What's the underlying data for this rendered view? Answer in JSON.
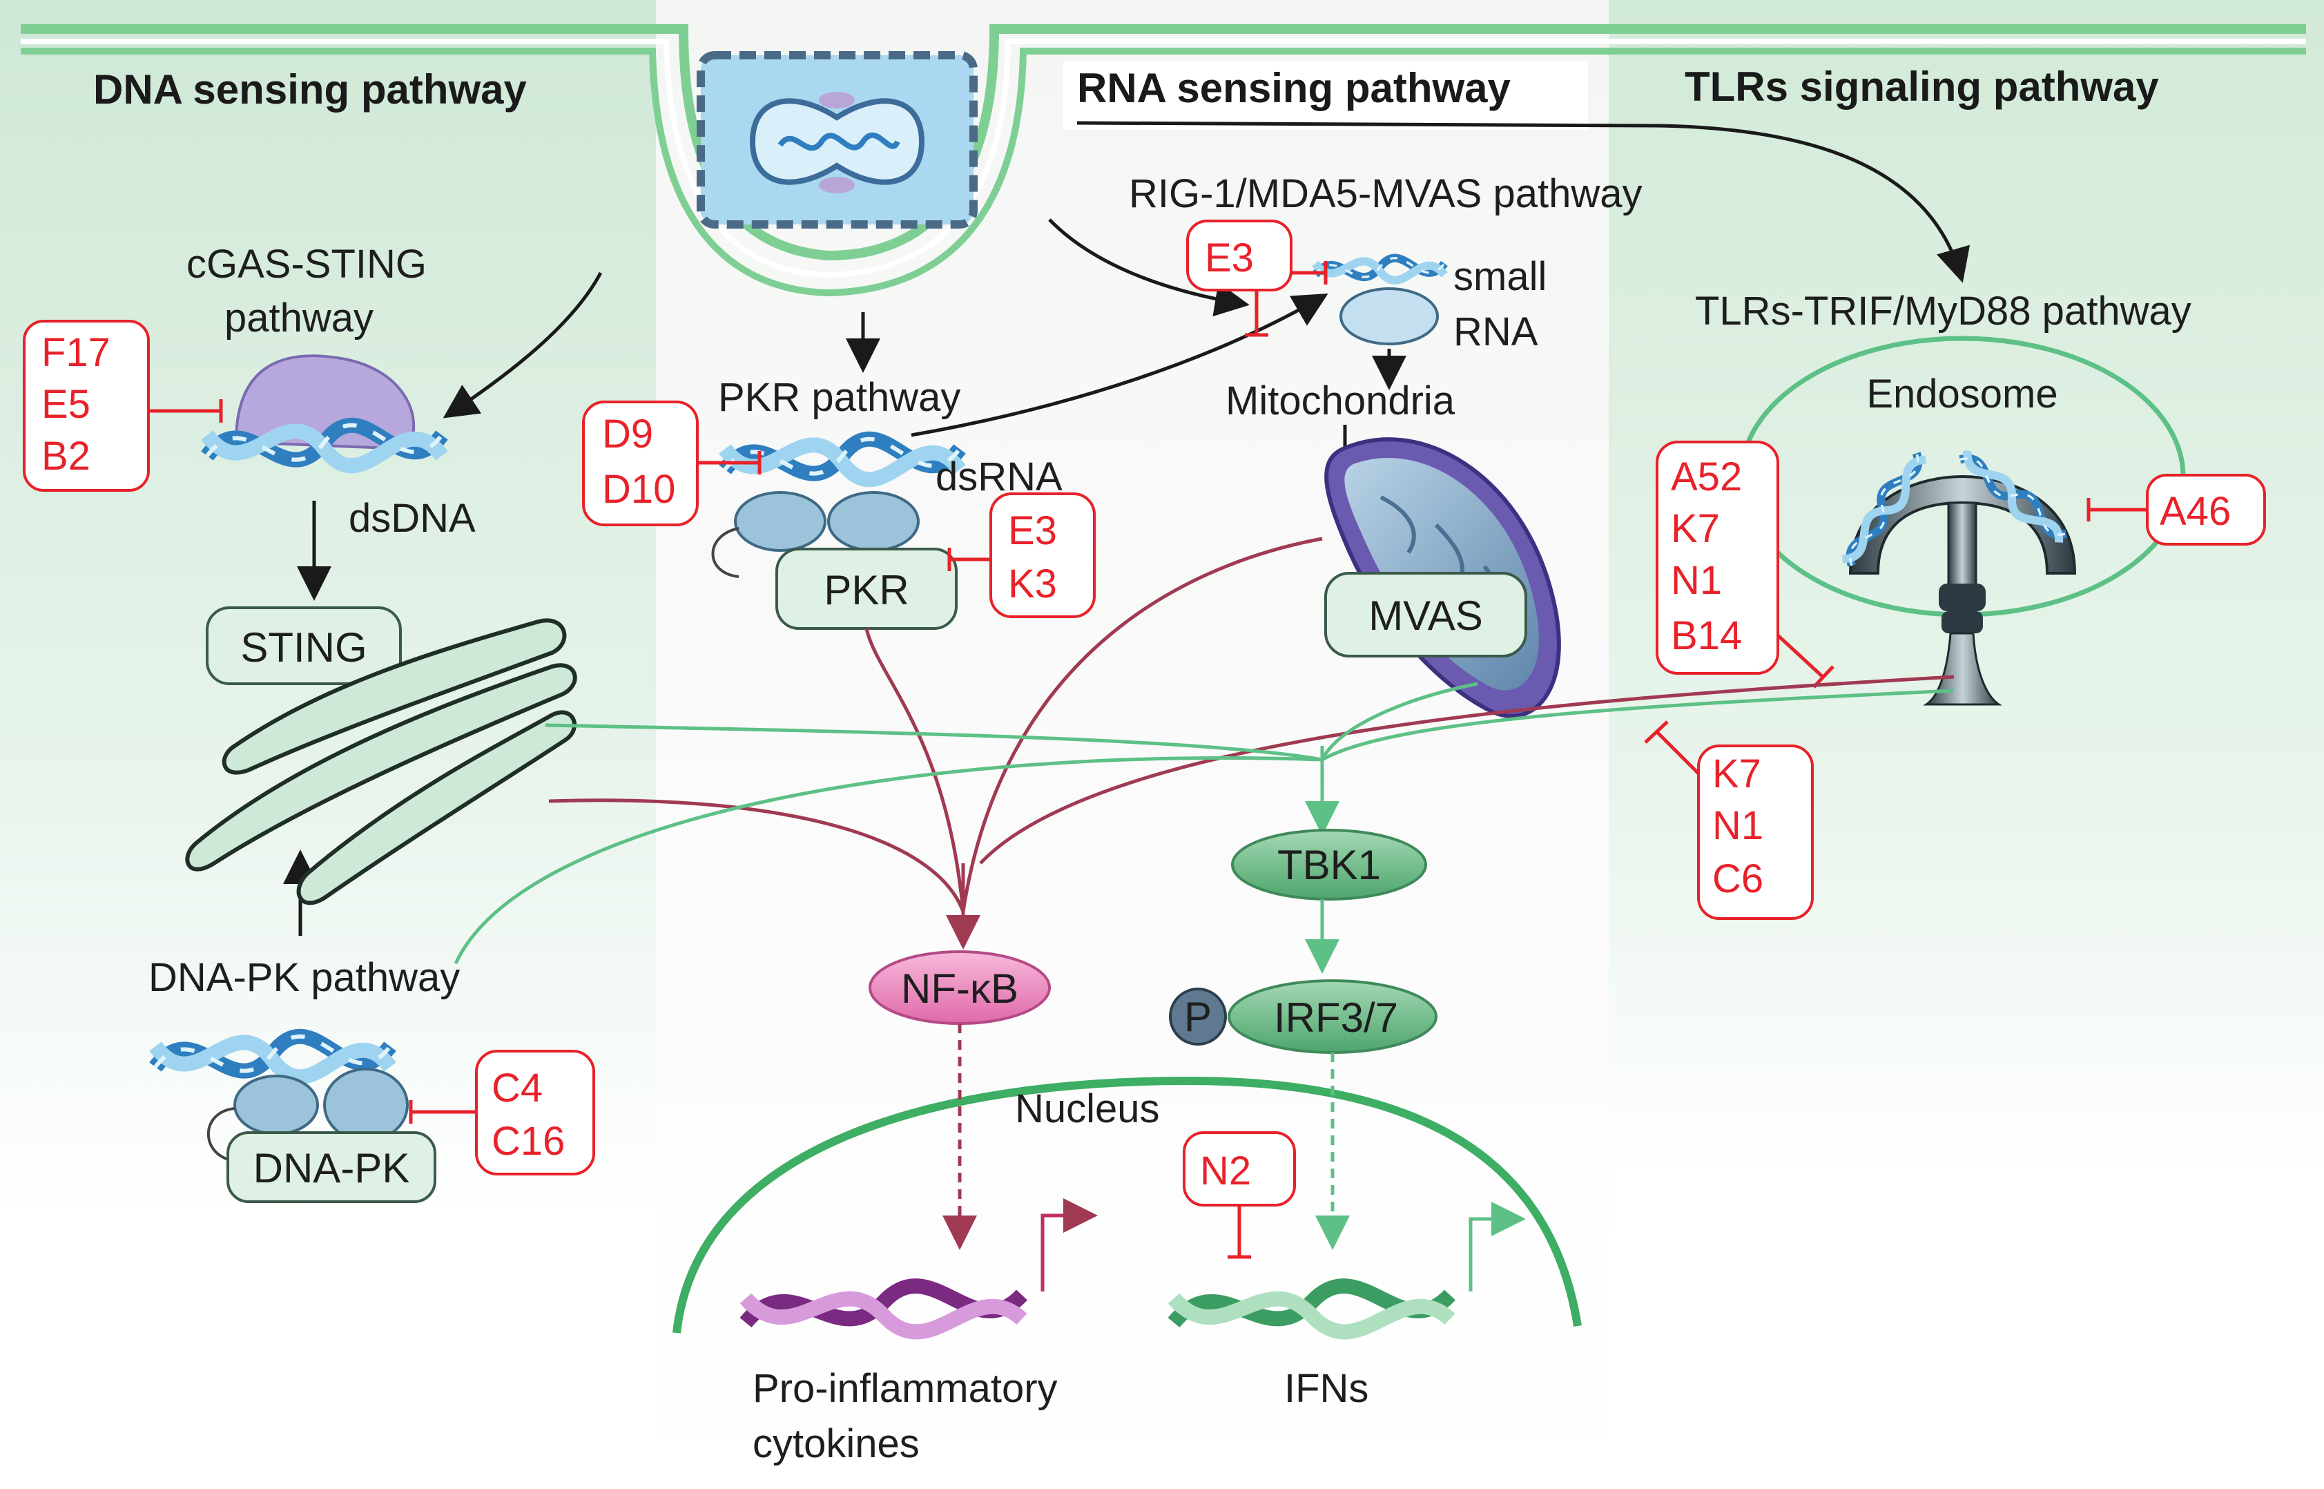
{
  "headings": {
    "dna": "DNA sensing pathway",
    "rna": "RNA sensing pathway",
    "tlr": "TLRs signaling pathway"
  },
  "labels": {
    "cgas_line1": "cGAS-STING",
    "cgas_line2": "pathway",
    "dsdna": "dsDNA",
    "dnapk_pathway": "DNA-PK pathway",
    "pkr_pathway": "PKR pathway",
    "dsrna": "dsRNA",
    "rig": "RIG-1/MDA5-MVAS pathway",
    "small": "small",
    "rna": "RNA",
    "mito": "Mitochondria",
    "tlr_path": "TLRs-TRIF/MyD88 pathway",
    "endosome": "Endosome",
    "nucleus": "Nucleus",
    "pro1": "Pro-inflammatory",
    "pro2": "cytokines",
    "ifns": "IFNs"
  },
  "nodes": {
    "sting": "STING",
    "pkr": "PKR",
    "mvas": "MVAS",
    "dnapk": "DNA-PK",
    "tbk1": "TBK1",
    "irf": "IRF3/7",
    "nfkb": "NF-κB",
    "p": "P"
  },
  "inhibitors": {
    "cgas": [
      "F17",
      "E5",
      "B2"
    ],
    "pkr_dsrna": [
      "D9",
      "D10"
    ],
    "pkr": [
      "E3",
      "K3"
    ],
    "rig": [
      "E3"
    ],
    "tlr_in": [
      "A52",
      "K7",
      "N1",
      "B14"
    ],
    "tlr_a46": [
      "A46"
    ],
    "tlr_out": [
      "K7",
      "N1",
      "C6"
    ],
    "dnapk": [
      "C4",
      "C16"
    ],
    "nucleus": [
      "N2"
    ]
  },
  "colors": {
    "inhibitor": "#e8222a",
    "green_line": "#5dc086",
    "maroon_line": "#a03a52",
    "dark": "#1a1a1a"
  }
}
